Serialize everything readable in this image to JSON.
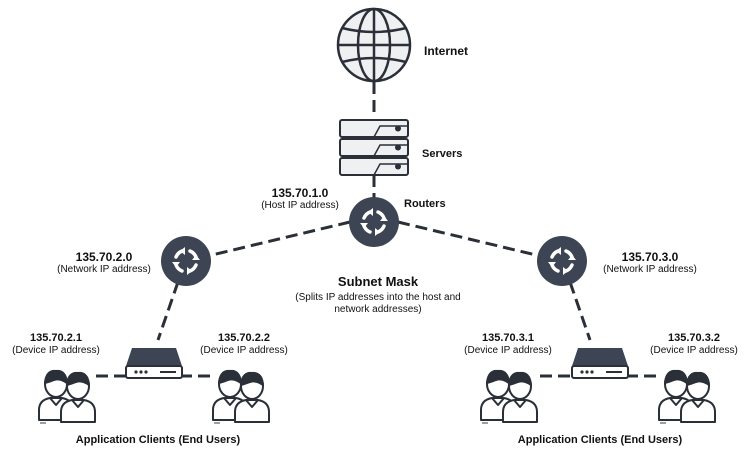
{
  "labels": {
    "internet": "Internet",
    "servers": "Servers",
    "routers": "Routers",
    "host": {
      "ip": "135.70.1.0",
      "caption": "(Host IP address)"
    },
    "left_network": {
      "ip": "135.70.2.0",
      "caption": "(Network IP address)"
    },
    "right_network": {
      "ip": "135.70.3.0",
      "caption": "(Network IP address)"
    },
    "subnet": {
      "title": "Subnet Mask",
      "line1": "(Splits IP addresses into the host and",
      "line2": "network addresses)"
    },
    "devices": [
      {
        "ip": "135.70.2.1",
        "caption": "(Device IP address)"
      },
      {
        "ip": "135.70.2.2",
        "caption": "(Device IP address)"
      },
      {
        "ip": "135.70.3.1",
        "caption": "(Device IP address)"
      },
      {
        "ip": "135.70.3.2",
        "caption": "(Device IP address)"
      }
    ],
    "clients_left": "Application Clients (End Users)",
    "clients_right": "Application Clients (End Users)"
  },
  "colors": {
    "dark": "#3d4554",
    "stroke": "#2a2f38",
    "light_fill": "#eef0f2",
    "white": "#ffffff"
  },
  "icons": [
    "globe-icon",
    "server-stack-icon",
    "router-icon",
    "switch-icon",
    "users-icon"
  ]
}
